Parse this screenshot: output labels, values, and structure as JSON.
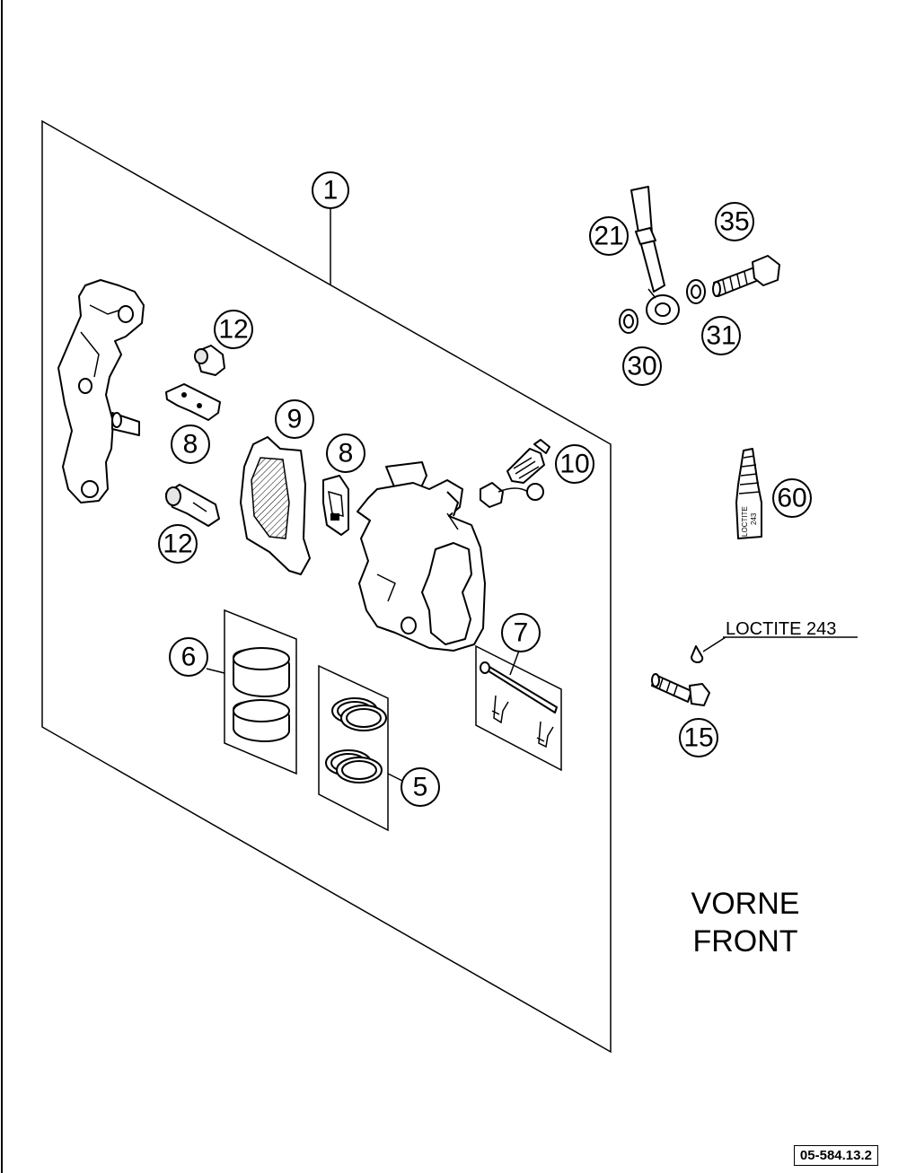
{
  "callouts": [
    {
      "id": "c1",
      "label": "1"
    },
    {
      "id": "c12a",
      "label": "12"
    },
    {
      "id": "c8a",
      "label": "8"
    },
    {
      "id": "c9",
      "label": "9"
    },
    {
      "id": "c8b",
      "label": "8"
    },
    {
      "id": "c10",
      "label": "10"
    },
    {
      "id": "c12b",
      "label": "12"
    },
    {
      "id": "c6",
      "label": "6"
    },
    {
      "id": "c5",
      "label": "5"
    },
    {
      "id": "c7",
      "label": "7"
    },
    {
      "id": "c21",
      "label": "21"
    },
    {
      "id": "c35",
      "label": "35"
    },
    {
      "id": "c31",
      "label": "31"
    },
    {
      "id": "c30",
      "label": "30"
    },
    {
      "id": "c60",
      "label": "60"
    },
    {
      "id": "c15",
      "label": "15"
    }
  ],
  "loctite_note": "LOCTITE 243",
  "bottle_label_line1": "LOCTITE",
  "bottle_label_line2": "243",
  "caption_line1": "VORNE",
  "caption_line2": "FRONT",
  "reference_code": "05-584.13.2"
}
